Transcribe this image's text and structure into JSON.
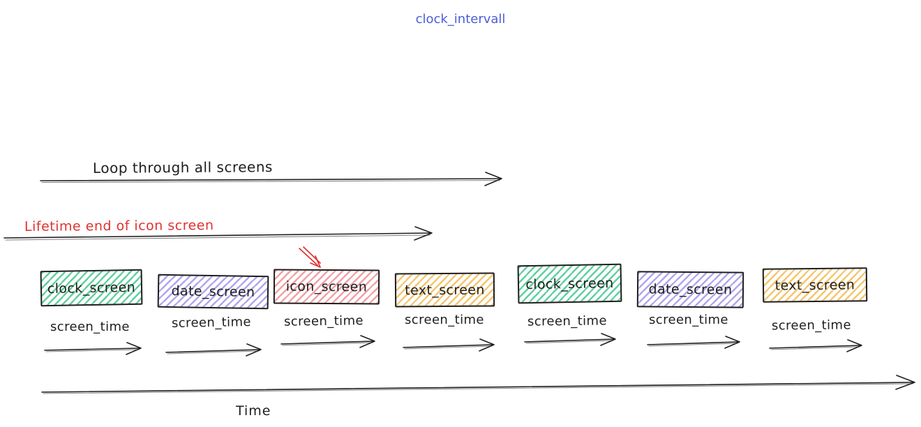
{
  "title": "clock_intervall",
  "colors": {
    "title_blue": "#4a5fd4",
    "line": "#1e1e1e",
    "accent_red": "#e03131",
    "green": "#5fcfa0",
    "purple": "#b1a5ee",
    "red": "#f3a0a4",
    "yellow": "#f5c56d"
  },
  "loop_arrow": {
    "label": "Loop through all screens"
  },
  "lifetime_arrow": {
    "label": "Lifetime end of icon screen"
  },
  "boxes": [
    {
      "label": "clock_screen",
      "color": "green"
    },
    {
      "label": "date_screen",
      "color": "purple"
    },
    {
      "label": "icon_screen",
      "color": "red"
    },
    {
      "label": "text_screen",
      "color": "yellow"
    },
    {
      "label": "clock_screen",
      "color": "green"
    },
    {
      "label": "date_screen",
      "color": "purple"
    },
    {
      "label": "text_screen",
      "color": "yellow"
    }
  ],
  "segments": [
    {
      "label": "screen_time"
    },
    {
      "label": "screen_time"
    },
    {
      "label": "screen_time"
    },
    {
      "label": "screen_time"
    },
    {
      "label": "screen_time"
    },
    {
      "label": "screen_time"
    },
    {
      "label": "screen_time"
    }
  ],
  "time_axis": {
    "label": "Time"
  }
}
